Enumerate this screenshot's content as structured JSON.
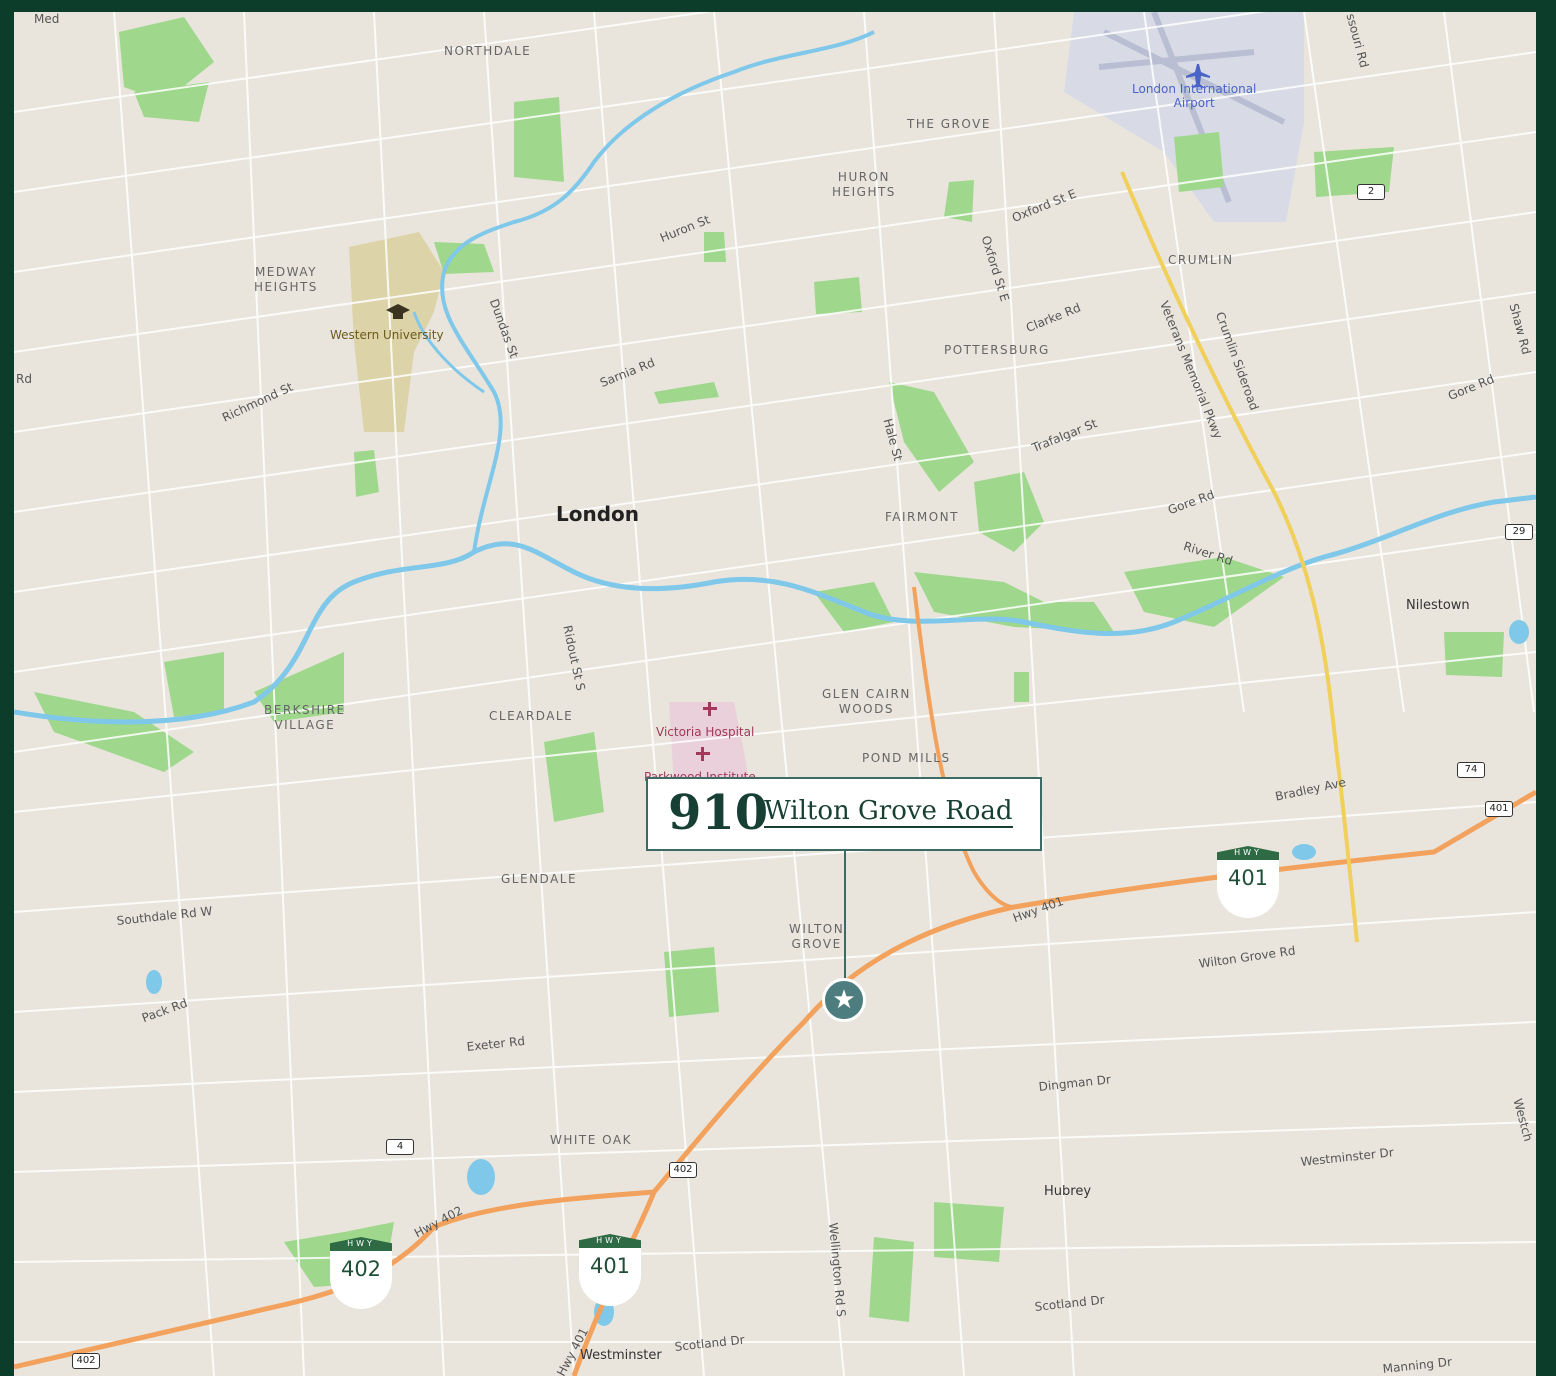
{
  "colors": {
    "frame": "#0b3d2a",
    "land": "#e9e5dd",
    "water": "#7fc8ea",
    "park": "#9fd88c",
    "campus": "#ddd3a8",
    "hospital": "#ead0da",
    "highway": "#f2a25c",
    "parkway": "#f0cf5a",
    "airport": "#d8dbe6",
    "accent": "#173f33"
  },
  "icons": {
    "airport": "airplane-icon",
    "university": "graduation-cap-icon",
    "hospital": "plus-icon",
    "pin": "star-icon"
  },
  "callout": {
    "number": "910",
    "street": "Wilton Grove Road"
  },
  "city": "London",
  "neighbourhoods": [
    "NORTHDALE",
    "THE GROVE",
    "HURON\nHEIGHTS",
    "MEDWAY\nHEIGHTS",
    "CRUMLIN",
    "POTTERSBURG",
    "FAIRMONT",
    "GLEN CAIRN\nWOODS",
    "POND MILLS",
    "BERKSHIRE\nVILLAGE",
    "CLEARDALE",
    "GLENDALE",
    "WILTON\nGROVE",
    "WHITE OAK"
  ],
  "places": [
    "Nilestown",
    "Hubrey",
    "Westminster"
  ],
  "pois": [
    "London International\nAirport",
    "Western University",
    "Victoria Hospital",
    "Parkwood Institute"
  ],
  "roads": [
    "Huron St",
    "Oxford St E",
    "Oxford St E",
    "Clarke Rd",
    "Dundas St",
    "Richmond St",
    "Sarnia Rd",
    "Trafalgar St",
    "Gore Rd",
    "Gore Rd",
    "River Rd",
    "Hale St",
    "Veterans Memorial Pkwy",
    "Crumlin Sideroad",
    "Ridout St S",
    "Bradley Ave",
    "Hwy 401",
    "Wilton Grove Rd",
    "Southdale Rd W",
    "Pack Rd",
    "Exeter Rd",
    "Dingman Dr",
    "Westminster Dr",
    "Hwy 402",
    "Wellington Rd S",
    "Scotland Dr",
    "Scotland Dr",
    "Manning Dr",
    "Hwy 401",
    "ssouri Rd",
    "Shaw Rd",
    "Westch",
    "Rd",
    "Med"
  ],
  "route_markers": [
    "2",
    "29",
    "74",
    "401",
    "4",
    "402",
    "402"
  ],
  "hwy_shields": [
    {
      "cap": "HWY",
      "num": "401"
    },
    {
      "cap": "HWY",
      "num": "402"
    },
    {
      "cap": "HWY",
      "num": "401"
    }
  ]
}
